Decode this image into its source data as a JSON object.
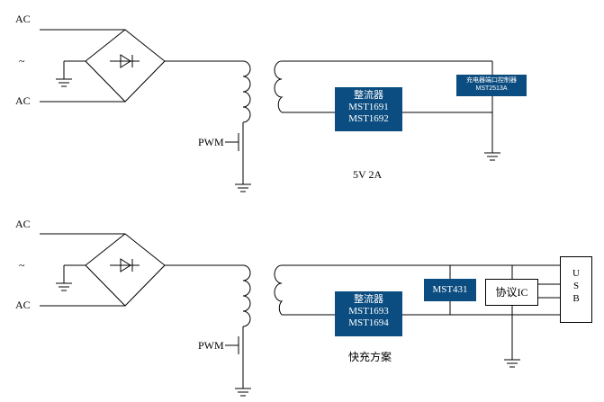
{
  "top": {
    "ac_label_1": "AC",
    "tilde_label": "~",
    "ac_label_2": "AC",
    "pwm_label": "PWM",
    "rectifier_line1": "整流器",
    "rectifier_line2": "MST1691",
    "rectifier_line3": "MST1692",
    "controller_line1": "充电器端口控制器",
    "controller_line2": "MST2513A",
    "caption": "5V  2A"
  },
  "bottom": {
    "ac_label_1": "AC",
    "tilde_label": "~",
    "ac_label_2": "AC",
    "pwm_label": "PWM",
    "rectifier_line1": "整流器",
    "rectifier_line2": "MST1693",
    "rectifier_line3": "MST1694",
    "regulator_label": "MST431",
    "protocol_label": "协议IC",
    "usb_letters": [
      "U",
      "S",
      "B"
    ],
    "caption": "快充方案"
  },
  "colors": {
    "chip_fill": "#0b4d80",
    "wire": "#000000"
  }
}
